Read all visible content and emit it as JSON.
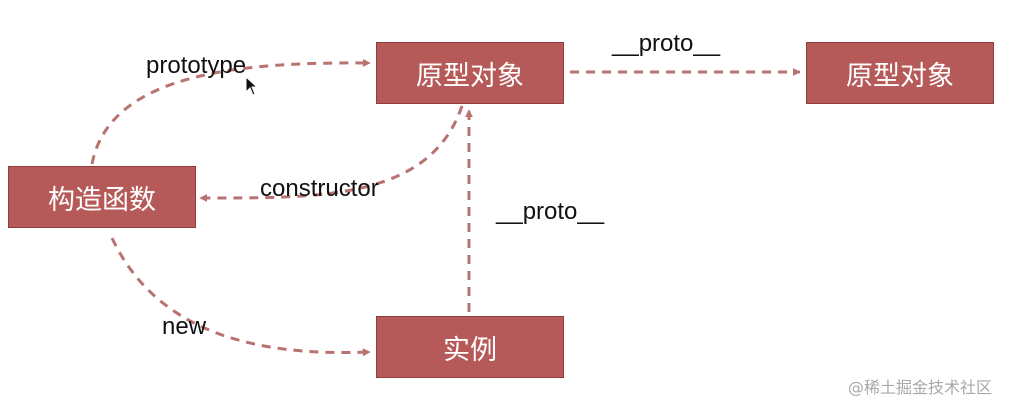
{
  "nodes": {
    "prototype_object_1": "原型对象",
    "prototype_object_2": "原型对象",
    "constructor_function": "构造函数",
    "instance": "实例"
  },
  "edge_labels": {
    "prototype": "prototype",
    "proto_top": "__proto__",
    "constructor": "constructor",
    "proto_middle": "__proto__",
    "new": "new"
  },
  "watermark": "@稀土掘金技术社区",
  "colors": {
    "node_fill": "#b55a58",
    "arrow": "#b87370",
    "label_text": "#111111"
  }
}
